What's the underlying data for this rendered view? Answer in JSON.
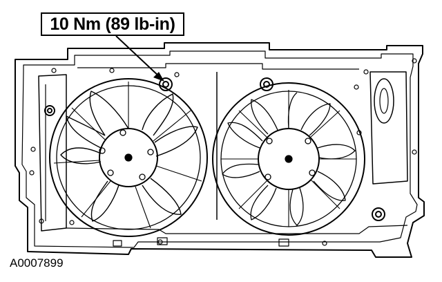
{
  "callout": {
    "torque_label": "10 Nm (89 lb-in)"
  },
  "figure_id": "A0007899",
  "colors": {
    "line": "#000000",
    "background": "#ffffff"
  },
  "fans": [
    {
      "name": "left-fan",
      "blade_count": 7
    },
    {
      "name": "right-fan",
      "blade_count": 9
    }
  ]
}
